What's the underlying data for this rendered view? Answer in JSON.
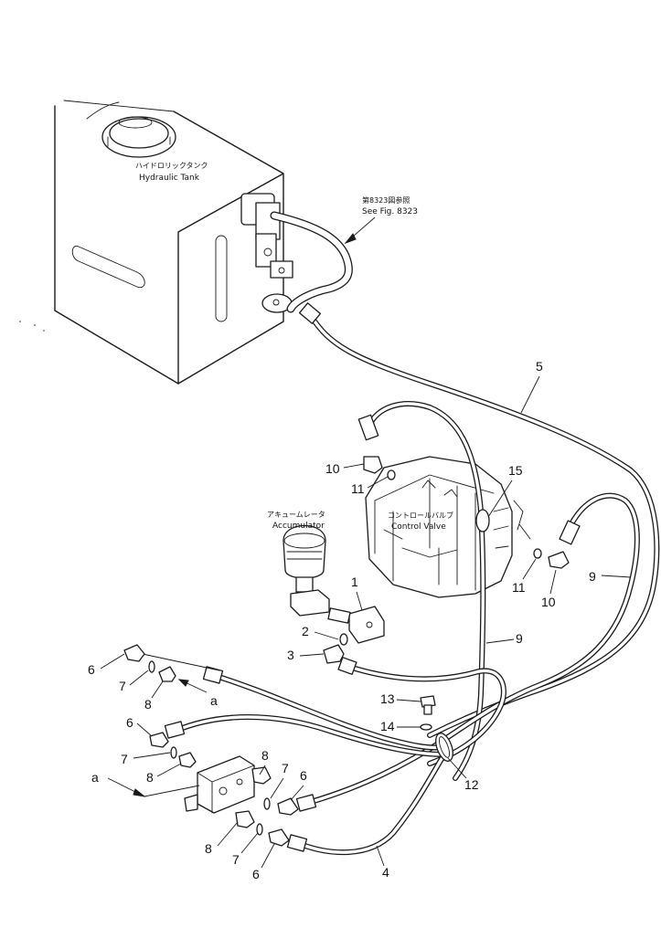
{
  "labels": {
    "tank_jp": "ハイドロリックタンク",
    "tank_en": "Hydraulic Tank",
    "see_fig_jp": "第8323図参照",
    "see_fig_en": "See Fig. 8323",
    "valve_jp": "コントロールバルブ",
    "valve_en": "Control Valve",
    "accum_jp": "アキュームレータ",
    "accum_en": "Accumulator",
    "ref_a_top": "a",
    "ref_a_left": "a"
  },
  "callouts": {
    "c1": "1",
    "c2": "2",
    "c3": "3",
    "c4": "4",
    "c5": "5",
    "c6a": "6",
    "c6b": "6",
    "c6c": "6",
    "c6d": "6",
    "c7a": "7",
    "c7b": "7",
    "c7c": "7",
    "c7d": "7",
    "c8a": "8",
    "c8b": "8",
    "c8c": "8",
    "c8d": "8",
    "c9a": "9",
    "c9b": "9",
    "c10a": "10",
    "c10b": "10",
    "c11a": "11",
    "c11b": "11",
    "c12": "12",
    "c13": "13",
    "c14": "14",
    "c15": "15"
  }
}
